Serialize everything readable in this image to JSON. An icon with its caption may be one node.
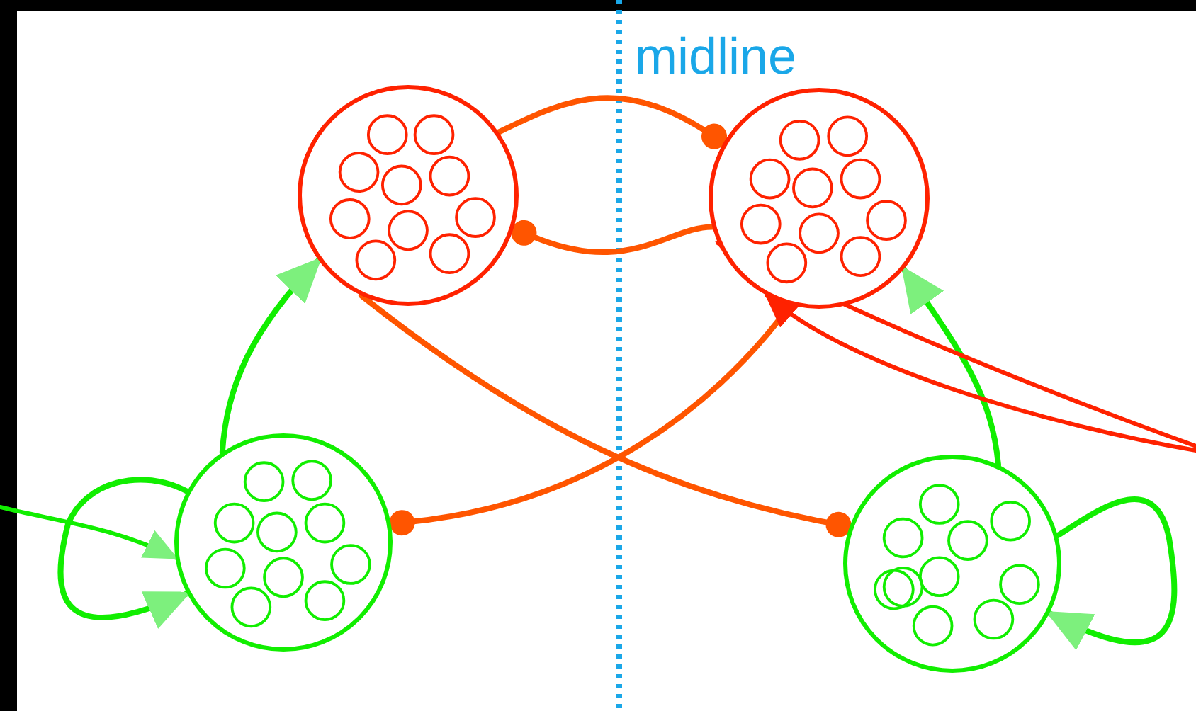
{
  "diagram": {
    "nodes": [
      {
        "text": [],
        "shape": "circle"
      },
      {
        "text": [],
        "shape": "circle"
      },
      {
        "text": [],
        "shape": "circle"
      },
      {
        "text": [],
        "shape": "circle"
      }
    ],
    "edges": [
      {
        "from": 0,
        "to": 1,
        "arrow": "other",
        "color": "#ff5500"
      },
      {
        "from": 1,
        "to": 0,
        "arrow": "other",
        "color": "#ff5500"
      },
      {
        "from": 0,
        "to": 3,
        "arrow": "other",
        "color": "#ff5500"
      },
      {
        "from": 1,
        "to": 2,
        "arrow": "other",
        "color": "#ff5500"
      },
      {
        "from": 2,
        "to": 0,
        "arrow": "to",
        "color": "#11ee00"
      },
      {
        "from": 3,
        "to": 1,
        "arrow": "to",
        "color": "#11ee00"
      },
      {
        "from": 2,
        "to": 2,
        "arrow": "to",
        "color": "#11ee00"
      },
      {
        "from": 3,
        "to": 3,
        "arrow": "to",
        "color": "#11ee00"
      },
      {
        "from": null,
        "to": 2,
        "arrow": "to",
        "color": "#11ee00"
      },
      {
        "from": null,
        "to": 1,
        "arrow": "to",
        "color": "#ff2200"
      },
      {
        "from": null,
        "to": 1,
        "arrow": "to",
        "color": "#ff2200"
      }
    ],
    "labels": [
      "midline"
    ]
  }
}
